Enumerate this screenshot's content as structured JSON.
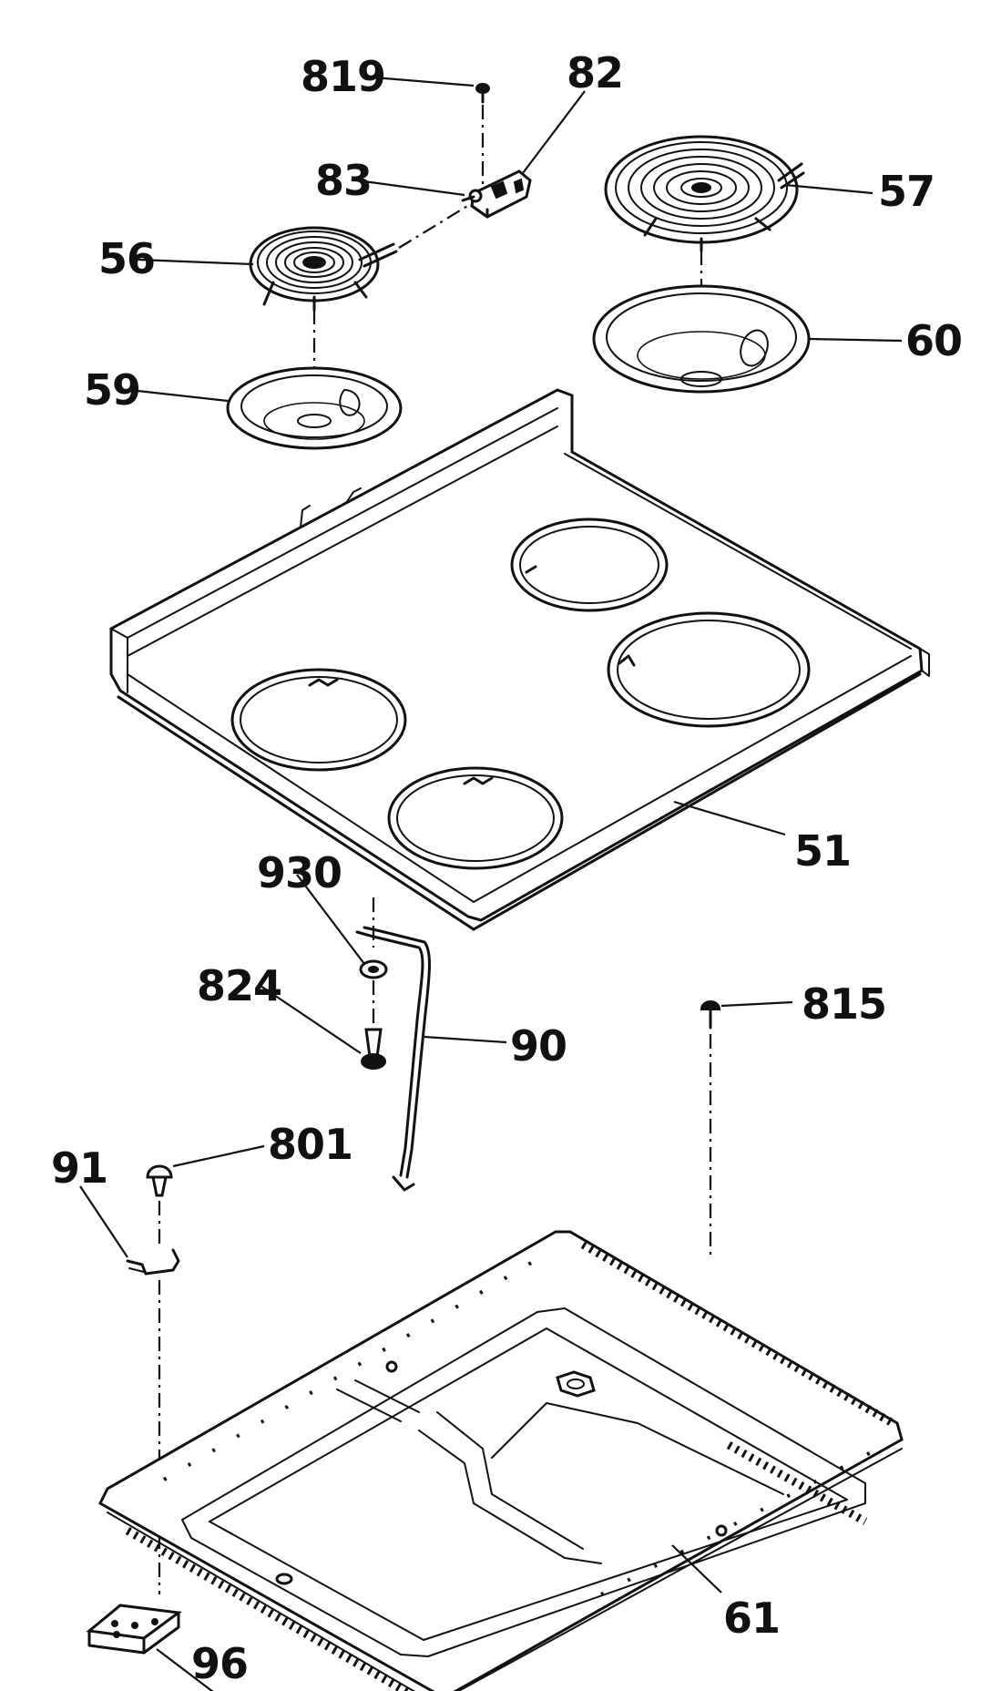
{
  "labels": {
    "p819": "819",
    "p82": "82",
    "p83": "83",
    "p57": "57",
    "p56": "56",
    "p60": "60",
    "p59": "59",
    "p51": "51",
    "p930": "930",
    "p824": "824",
    "p815": "815",
    "p90": "90",
    "p801": "801",
    "p91": "91",
    "p61": "61",
    "p96": "96"
  }
}
